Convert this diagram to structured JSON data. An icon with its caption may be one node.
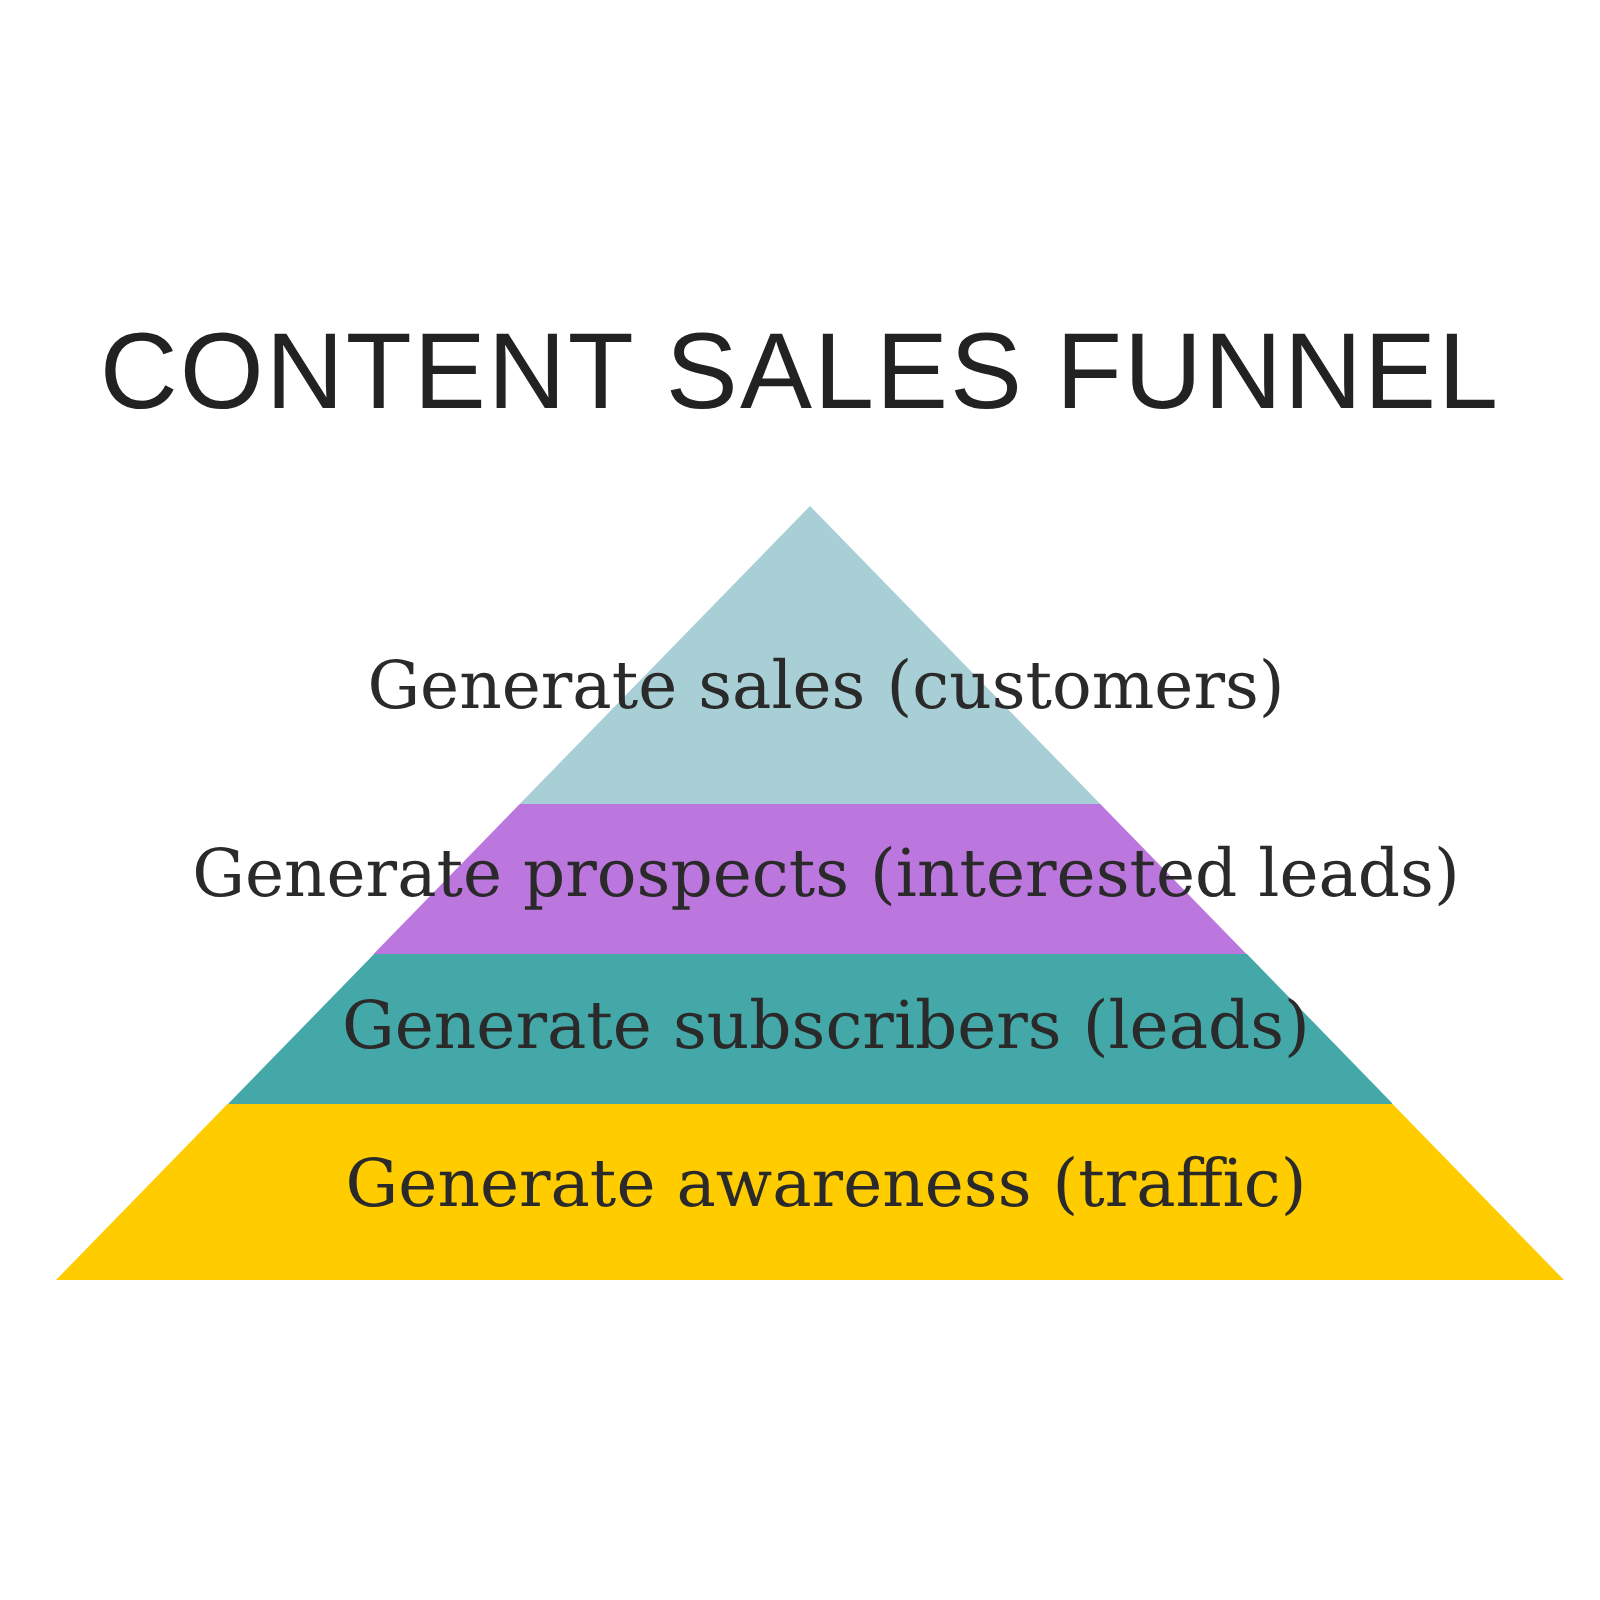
{
  "diagram": {
    "title": "CONTENT SALES FUNNEL",
    "nodes": [
      {
        "text": [
          "Generate sales (customers)"
        ]
      },
      {
        "text": [
          "Generate prospects (interested leads)"
        ]
      },
      {
        "text": [
          "Generate subscribers (leads)"
        ]
      },
      {
        "text": [
          "Generate awareness (traffic)"
        ]
      }
    ]
  }
}
